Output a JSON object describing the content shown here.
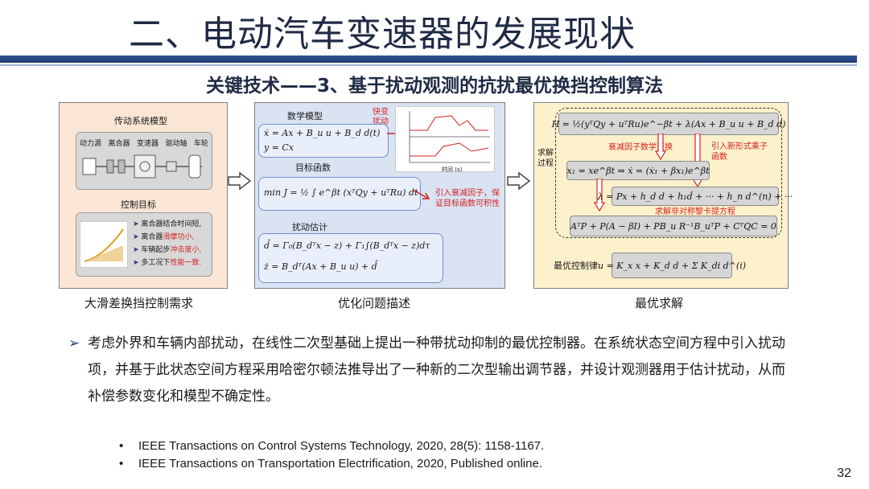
{
  "slide": {
    "title": "二、电动汽车变速器的发展现状",
    "subtitle": "关键技术——3、基于扰动观测的抗扰最优换挡控制算法",
    "page_number": "32"
  },
  "panel1": {
    "caption": "大滑差换挡控制需求",
    "drivetrain_title": "传动系统模型",
    "components": [
      "动力源",
      "离合器",
      "变速器",
      "驱动轴",
      "车轮"
    ],
    "control_goal_title": "控制目标",
    "goals": [
      {
        "prefix": "离合器结合时间短,",
        "highlight": ""
      },
      {
        "prefix": "离合器",
        "highlight": "滑摩功小,"
      },
      {
        "prefix": "车辆起步",
        "highlight": "冲击度小,"
      },
      {
        "prefix": "多工况下",
        "highlight": "性能一致."
      }
    ]
  },
  "panel2": {
    "caption": "优化问题描述",
    "math_model_label": "数学模型",
    "fast_change_label": "快变扰动",
    "eq1": "ẋ = Ax + B_u u + B_d d(t)",
    "eq2": "y = Cx",
    "objective_label": "目标函数",
    "objective_eq": "min J = ½ ∫ e^βt (xᵀQy + uᵀRu) dt",
    "objective_note": "引入衰减因子，保证目标函数可积性",
    "estimation_label": "扰动估计",
    "est_eq1": "d̂ = Γ₀(B_dᵀx − z) + Γ₁∫(B_dᵀx − z)dτ",
    "est_eq2": "ż = B_dᵀ(Ax + B_u u) + d̂",
    "plot_xlabel": "时间 (s)"
  },
  "panel3": {
    "caption": "最优求解",
    "process_label": "求解过程",
    "eq_h": "H = ½(yᵀQy + uᵀRu)e^−βt + λ(Ax + B_u u + B_d d)",
    "note_transform": "衰减因子数学变换",
    "note_multiplier": "引入新形式乘子函数",
    "eq_x": "x₁ = xe^βt ⇒ ẋ = (ẋ₁ + βx₁)e^βt",
    "eq_lambda": "λ = Px + h_d d + h₁ḋ + ··· + h_n d^(n) + ···",
    "note_riccati": "求解非对称黎卡提方程",
    "eq_riccati": "AᵀP + P(A − βI) + PB_u R⁻¹B_uᵀP + CᵀQC = 0",
    "optimal_label": "最优控制律",
    "eq_u": "u = K_x x + K_d d + Σ K_di d^(i)"
  },
  "body": {
    "bullet": "考虑外界和车辆内部扰动，在线性二次型基础上提出一种带扰动抑制的最优控制器。在系统状态空间方程中引入扰动项，并基于此状态空间方程采用哈密尔顿法推导出了一种新的二次型输出调节器，并设计观测器用于估计扰动，从而补偿参数变化和模型不确定性。",
    "references": [
      "IEEE Transactions on Control Systems Technology, 2020, 28(5): 1158-1167.",
      "IEEE Transactions on Transportation Electrification, 2020, Published online."
    ]
  },
  "colors": {
    "title": "#1f2a44",
    "rule": "#2f5597",
    "accent_red": "#d32222",
    "panel1_bg": "#fbe6d5",
    "panel2_bg": "#d9e3f2",
    "panel3_bg": "#fdf1cc"
  }
}
